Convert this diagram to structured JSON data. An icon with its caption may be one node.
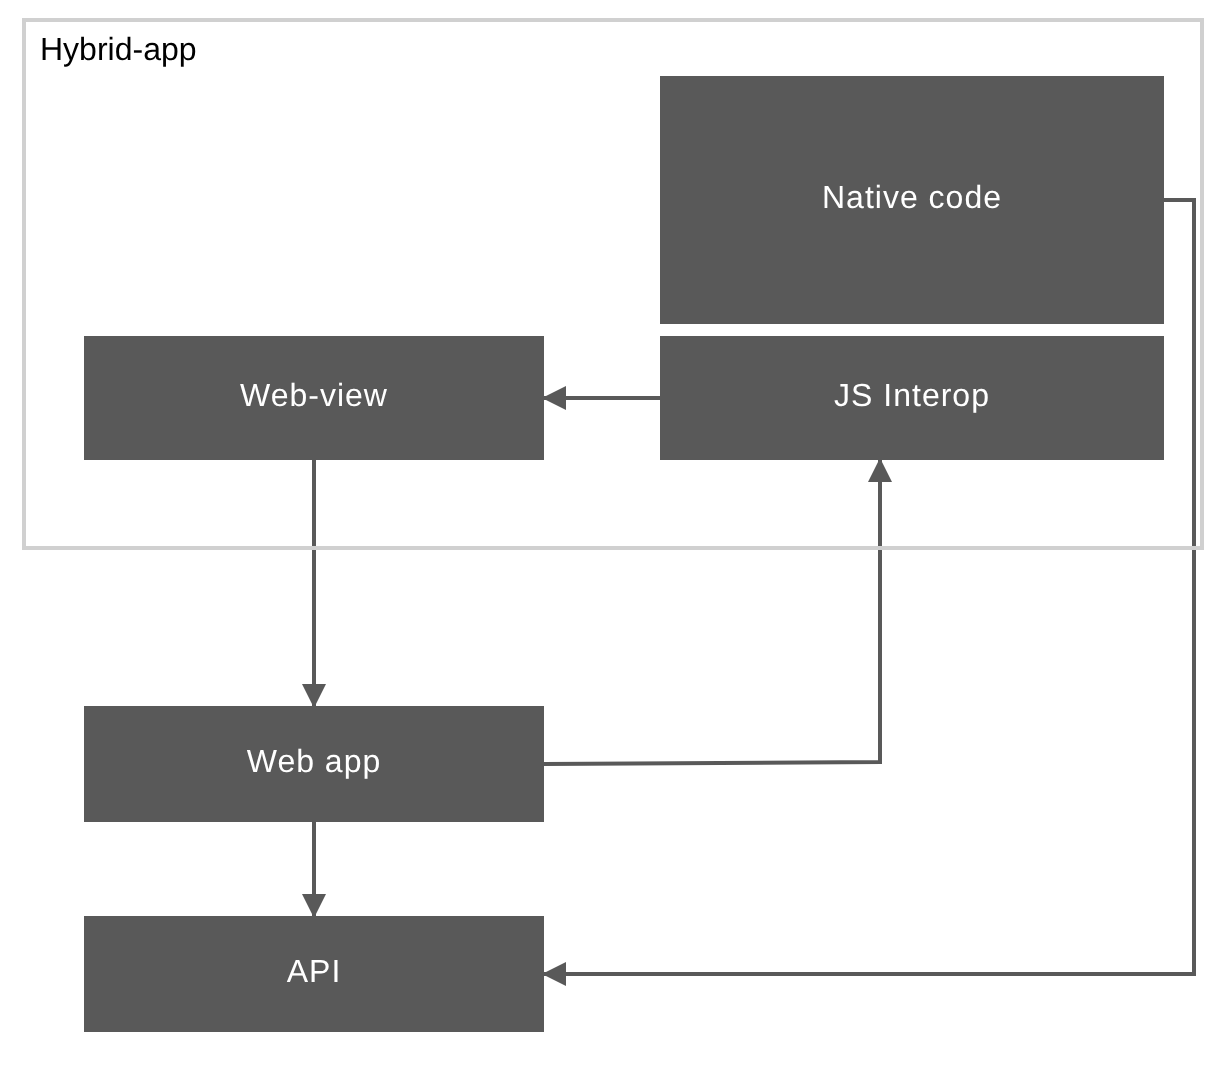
{
  "diagram": {
    "nodes": [
      {
        "text": [
          "Hybrid-app"
        ]
      },
      {
        "text": [
          "Native code"
        ],
        "in": 0
      },
      {
        "text": [
          "JS Interop"
        ],
        "in": 0
      },
      {
        "text": [
          "Web-view"
        ],
        "in": 0
      },
      {
        "text": [
          "Web app"
        ]
      },
      {
        "text": [
          "API"
        ]
      }
    ],
    "edges": [
      {
        "from": 2,
        "to": 3,
        "arrow": "to"
      },
      {
        "from": 3,
        "to": 4,
        "arrow": "to"
      },
      {
        "from": 4,
        "to": 2,
        "arrow": "to"
      },
      {
        "from": 4,
        "to": 5,
        "arrow": "to"
      },
      {
        "from": 1,
        "to": 5,
        "arrow": "to"
      }
    ]
  }
}
